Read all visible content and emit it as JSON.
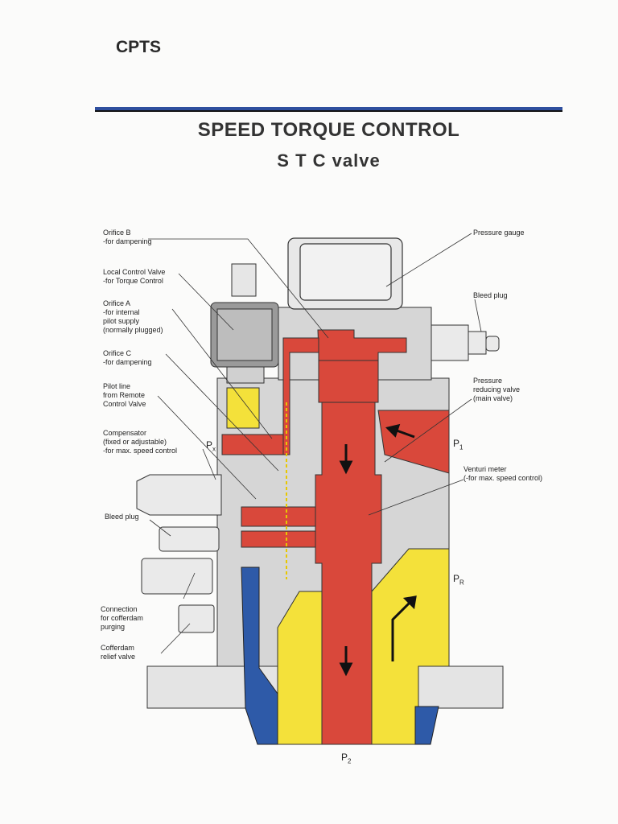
{
  "header": {
    "logo_text": "CPTS"
  },
  "title": {
    "main": "SPEED TORQUE CONTROL",
    "sub": "S T C valve"
  },
  "labels": {
    "orifice_b": "Orifice B\n-for dampening",
    "local_control": "Local Control Valve\n-for Torque Control",
    "orifice_a": "Orifice A\n-for internal\npilot supply\n(normally plugged)",
    "orifice_c": "Orifice C\n-for dampening",
    "pilot_line": "Pilot line\nfrom Remote\nControl Valve",
    "compensator": "Compensator\n(fixed or adjustable)\n-for max. speed control",
    "bleed_plug_left": "Bleed plug",
    "connection": "Connection\nfor cofferdam\npurging",
    "cofferdam_relief": "Cofferdam\nrelief valve",
    "pressure_gauge": "Pressure gauge",
    "bleed_plug_right": "Bleed plug",
    "pressure_reducing": "Pressure\nreducing valve\n(main valve)",
    "venturi": "Venturi meter\n(-for max. speed control)"
  },
  "ports": {
    "px": "P",
    "px_sub": "x",
    "p1": "P",
    "p1_sub": "1",
    "pr": "P",
    "pr_sub": "R",
    "p2": "P",
    "p2_sub": "2"
  },
  "colors": {
    "red": "#d9483b",
    "yellow": "#f4e13a",
    "blue": "#2e5aa8",
    "grey": "#d4d4d4",
    "title_rule": "#2f4f9e"
  }
}
